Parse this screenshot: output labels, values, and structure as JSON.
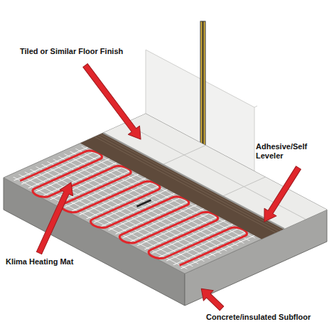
{
  "diagram": {
    "labels": [
      "Tiled or Similar Floor Finish",
      "Adhesive/Self Leveler",
      "Klima Heating Mat",
      "Concrete/insulated Subfloor"
    ]
  }
}
